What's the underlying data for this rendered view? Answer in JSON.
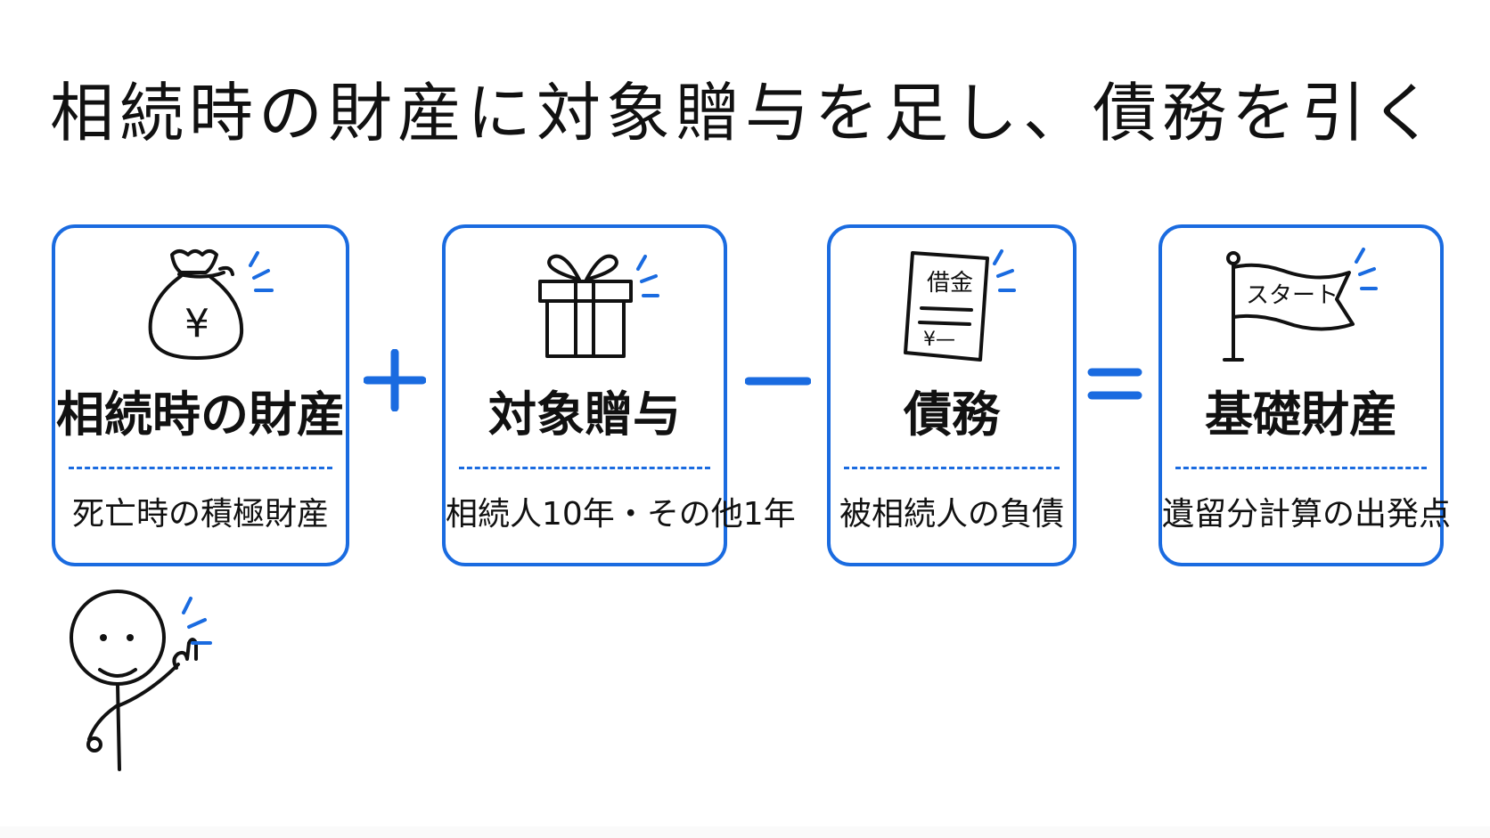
{
  "title": "相続時の財産に対象贈与を足し、債務を引く",
  "colors": {
    "accent": "#1a6be0",
    "ink": "#111111",
    "background": "#ffffff"
  },
  "cards": [
    {
      "icon": "money-bag-icon",
      "icon_text": "¥",
      "heading": "相続時の財産",
      "sub": "死亡時の積極財産"
    },
    {
      "icon": "gift-icon",
      "heading": "対象贈与",
      "sub": "相続人10年・その他1年"
    },
    {
      "icon": "debt-document-icon",
      "icon_text": "借金",
      "icon_text2": "¥—",
      "heading": "債務",
      "sub": "被相続人の負債"
    },
    {
      "icon": "start-flag-icon",
      "icon_text": "スタート",
      "heading": "基礎財産",
      "sub": "遺留分計算の出発点"
    }
  ],
  "operators": [
    "plus",
    "minus",
    "equals"
  ],
  "character": "stick-figure-pointing-icon"
}
